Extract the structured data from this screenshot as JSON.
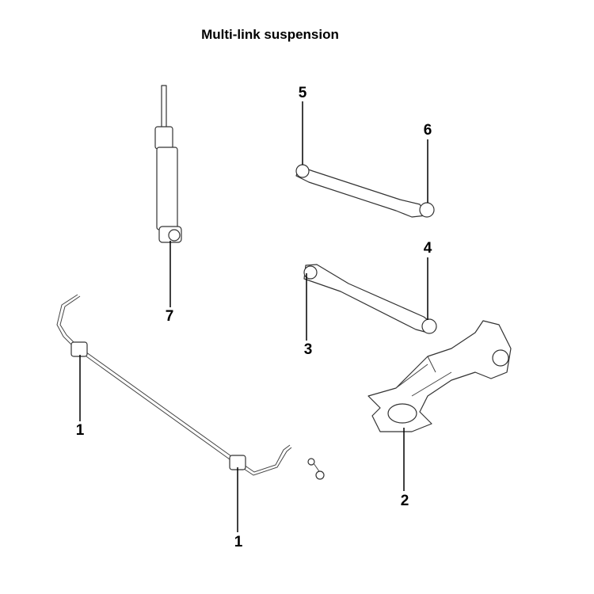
{
  "title": "Multi-link suspension",
  "callouts": [
    {
      "id": "stabilizer-bushing-left",
      "number": "1"
    },
    {
      "id": "stabilizer-bushing-right",
      "number": "1"
    },
    {
      "id": "knuckle",
      "number": "2"
    },
    {
      "id": "lower-arm-inner",
      "number": "3"
    },
    {
      "id": "lower-arm-outer",
      "number": "4"
    },
    {
      "id": "upper-arm-inner",
      "number": "5"
    },
    {
      "id": "upper-arm-outer",
      "number": "6"
    },
    {
      "id": "shock-absorber",
      "number": "7"
    }
  ]
}
